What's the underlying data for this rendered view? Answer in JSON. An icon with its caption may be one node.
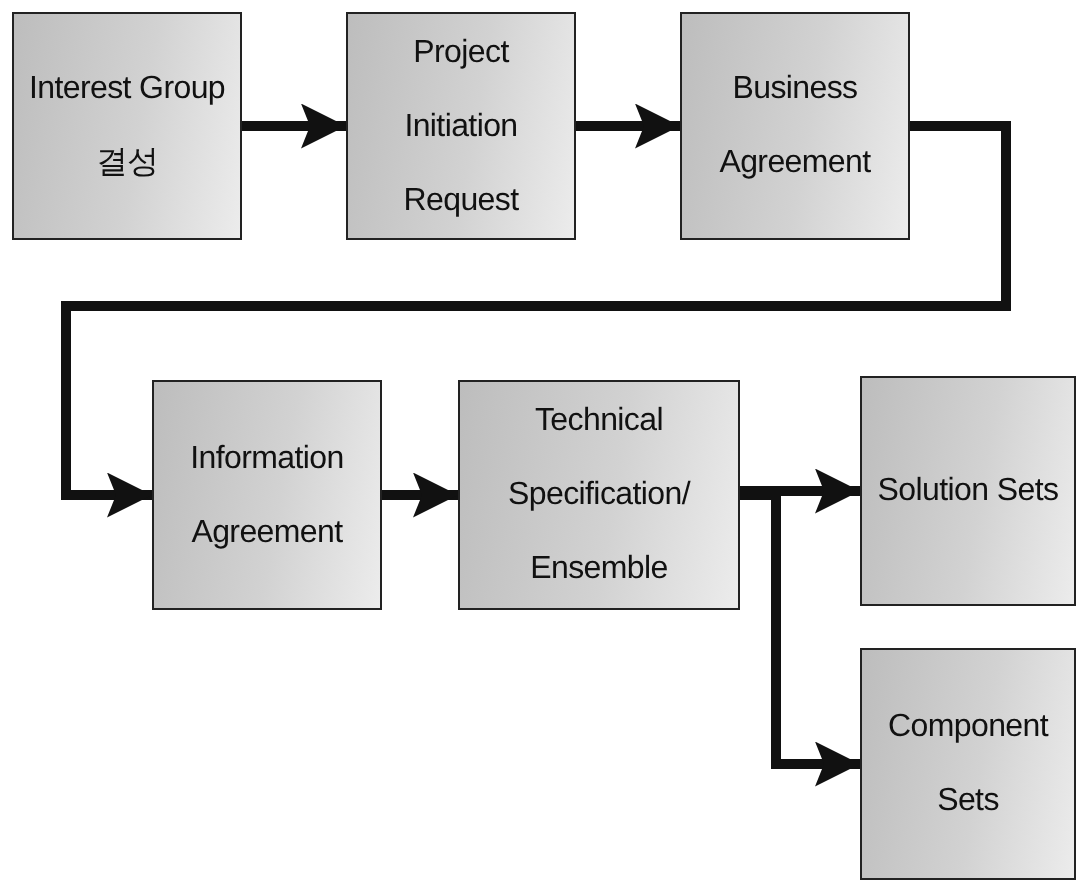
{
  "diagram": {
    "nodes": [
      {
        "text": [
          "Interest Group 결성"
        ]
      },
      {
        "text": [
          "Project Initiation Request"
        ]
      },
      {
        "text": [
          "Business Agreement"
        ]
      },
      {
        "text": [
          "Information Agreement"
        ]
      },
      {
        "text": [
          "Technical Specification/ Ensemble"
        ]
      },
      {
        "text": [
          "Solution Sets"
        ]
      },
      {
        "text": [
          "Component Sets"
        ]
      }
    ],
    "edges": [
      {
        "from": 0,
        "to": 1,
        "arrow": "to"
      },
      {
        "from": 1,
        "to": 2,
        "arrow": "to"
      },
      {
        "from": 2,
        "to": 3,
        "arrow": "to"
      },
      {
        "from": 3,
        "to": 4,
        "arrow": "to"
      },
      {
        "from": 4,
        "to": 5,
        "arrow": "to"
      },
      {
        "from": 4,
        "to": 6,
        "arrow": "to"
      }
    ]
  }
}
